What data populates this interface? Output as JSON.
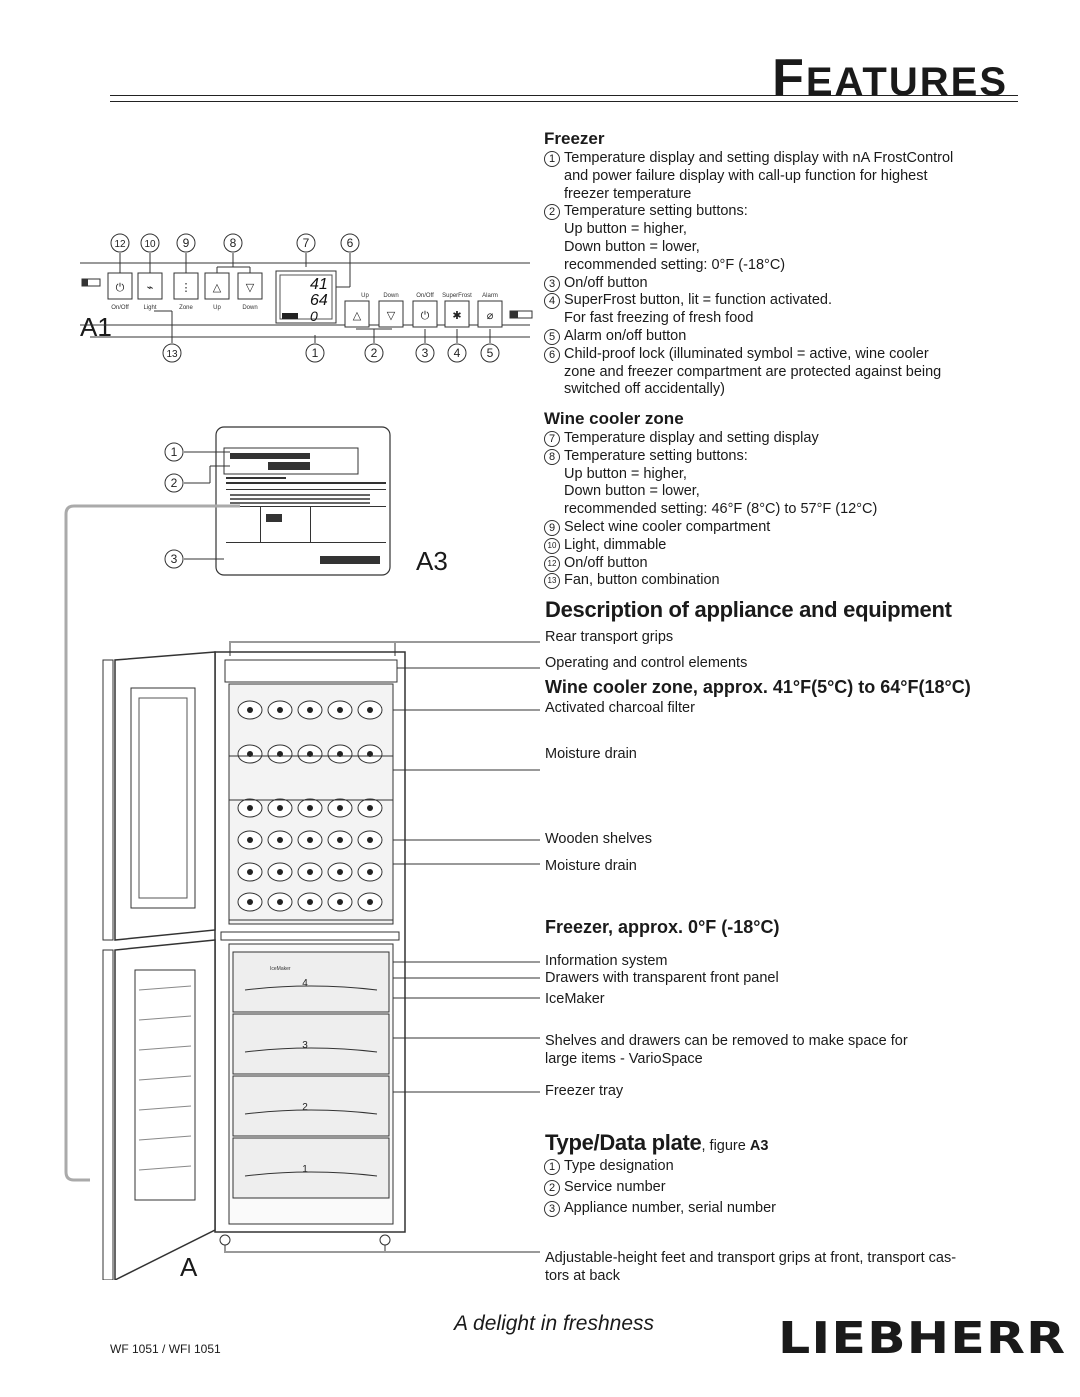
{
  "header": {
    "title_first": "F",
    "title_rest": "EATURES"
  },
  "freezer": {
    "heading": "Freezer",
    "items": [
      {
        "n": "1",
        "lines": [
          "Temperature display and setting display with nA FrostControl",
          "and power failure display with call-up function for highest",
          "freezer temperature"
        ]
      },
      {
        "n": "2",
        "lines": [
          "Temperature setting buttons:",
          "Up button = higher,",
          "Down button = lower,",
          "recommended setting: 0°F (-18°C)"
        ]
      },
      {
        "n": "3",
        "lines": [
          "On/off button"
        ]
      },
      {
        "n": "4",
        "lines": [
          "SuperFrost button, lit = function activated.",
          "For fast freezing of fresh food"
        ]
      },
      {
        "n": "5",
        "lines": [
          "Alarm on/off button"
        ]
      },
      {
        "n": "6",
        "lines": [
          "Child-proof lock (illuminated symbol = active, wine cooler",
          "zone and freezer compartment are protected against being",
          "switched off accidentally)"
        ]
      }
    ]
  },
  "wine": {
    "heading": "Wine cooler zone",
    "items": [
      {
        "n": "7",
        "lines": [
          "Temperature display and setting display"
        ]
      },
      {
        "n": "8",
        "lines": [
          "Temperature setting buttons:",
          "Up button = higher,",
          "Down button = lower,",
          "recommended setting: 46°F (8°C) to 57°F (12°C)"
        ]
      },
      {
        "n": "9",
        "lines": [
          "Select wine cooler compartment"
        ]
      },
      {
        "n": "10",
        "lines": [
          "Light, dimmable"
        ]
      },
      {
        "n": "12",
        "lines": [
          "On/off button"
        ]
      },
      {
        "n": "13",
        "lines": [
          "Fan, button combination"
        ]
      }
    ]
  },
  "description": {
    "heading": "Description of appliance and equipment",
    "rear_grips": "Rear transport grips",
    "controls": "Operating and control elements",
    "wine_heading": "Wine cooler zone, approx. 41°F(5°C) to 64°F(18°C)",
    "charcoal": "Activated charcoal filter",
    "moisture1": "Moisture drain",
    "shelves": "Wooden shelves",
    "moisture2": "Moisture drain",
    "freezer_heading": "Freezer, approx. 0°F (-18°C)",
    "info": "Information system",
    "drawers": "Drawers with transparent front panel",
    "icemaker": "IceMaker",
    "variospace1": "Shelves and drawers can be removed to make space for",
    "variospace2": "large items - VarioSpace",
    "tray": "Freezer tray"
  },
  "typeplate": {
    "heading": "Type/Data plate",
    "suffix": ", figure ",
    "figure": "A3",
    "items": [
      {
        "n": "1",
        "text": "Type designation"
      },
      {
        "n": "2",
        "text": "Service number"
      },
      {
        "n": "3",
        "text": "Appliance number, serial number"
      }
    ]
  },
  "feet1": "Adjustable-height feet and transport grips at front, transport cas-",
  "feet2": "tors at back",
  "footer": {
    "slogan": "A delight in freshness",
    "brand": "LIEBHERR",
    "model": "WF 1051 / WFI 1051"
  },
  "panel": {
    "label": "A1",
    "top_callouts": [
      "12",
      "10",
      "9",
      "8",
      "7",
      "6"
    ],
    "bottom_callouts": [
      "13",
      "1",
      "2",
      "3",
      "4",
      "5"
    ],
    "left_button_labels": [
      "On/Off",
      "Light",
      "Zone",
      "Up",
      "Down"
    ],
    "right_button_labels": [
      "Up",
      "Down",
      "On/Off",
      "SuperFrost",
      "Alarm"
    ],
    "display_top": "41",
    "display_mid": "64",
    "display_bottom": "0"
  },
  "plate": {
    "label": "A3",
    "callouts": [
      "1",
      "2",
      "3"
    ]
  },
  "appliance": {
    "label": "A",
    "drawer_numbers": [
      "4",
      "3",
      "2",
      "1"
    ],
    "icemaker_label": "IceMaker"
  }
}
